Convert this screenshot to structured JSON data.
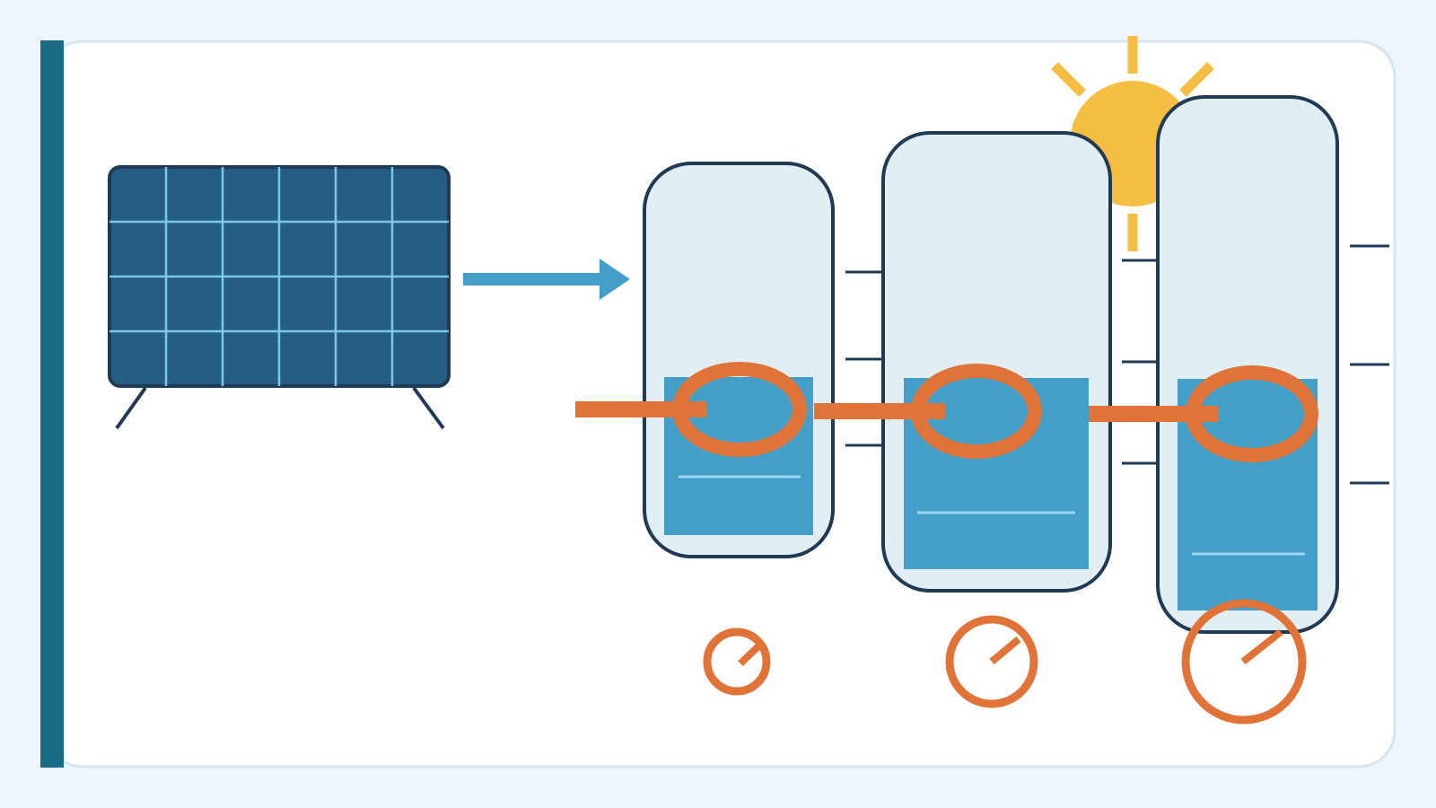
{
  "colors": {
    "page_bg": "#eef5fc",
    "card_bg": "#ffffff",
    "card_border": "#d6e6ef",
    "accent_bar": "#1a6c86",
    "panel_fill": "#245e86",
    "panel_grid": "#7ec7ea",
    "outline": "#1f3a52",
    "tank_fill": "#e1eff5",
    "water": "#449fc8",
    "water_line": "#9fd6ef",
    "arrow": "#449fc8",
    "pipe": "#e07338",
    "sun": "#f4be42"
  },
  "icons": {
    "solar_panel": "solar-panel-icon",
    "sun": "sun-icon",
    "flow_arrow": "arrow-right-icon",
    "gauges": "pressure-gauge-icon"
  },
  "tanks": [
    {
      "name": "tank-1",
      "fill_level": 0.45
    },
    {
      "name": "tank-2",
      "fill_level": 0.46
    },
    {
      "name": "tank-3",
      "fill_level": 0.47
    }
  ]
}
